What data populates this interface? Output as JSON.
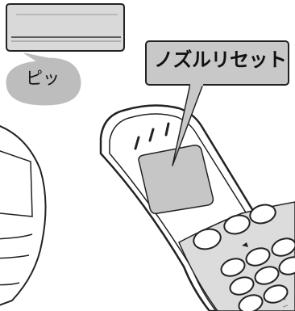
{
  "beep": {
    "text": "ピッ"
  },
  "callout": {
    "text": "ノズルリセット"
  },
  "icons": [
    "air-conditioner-unit",
    "toilet-seat-edge",
    "remote-control"
  ],
  "colors": {
    "callout_fill": "#c8c8c8",
    "bubble_fill": "#bdbdbd",
    "unit_fill": "#d9d9d9",
    "remote_screen": "#c6c6c6",
    "button_panel": "#dcdcdc",
    "outline": "#222222"
  }
}
